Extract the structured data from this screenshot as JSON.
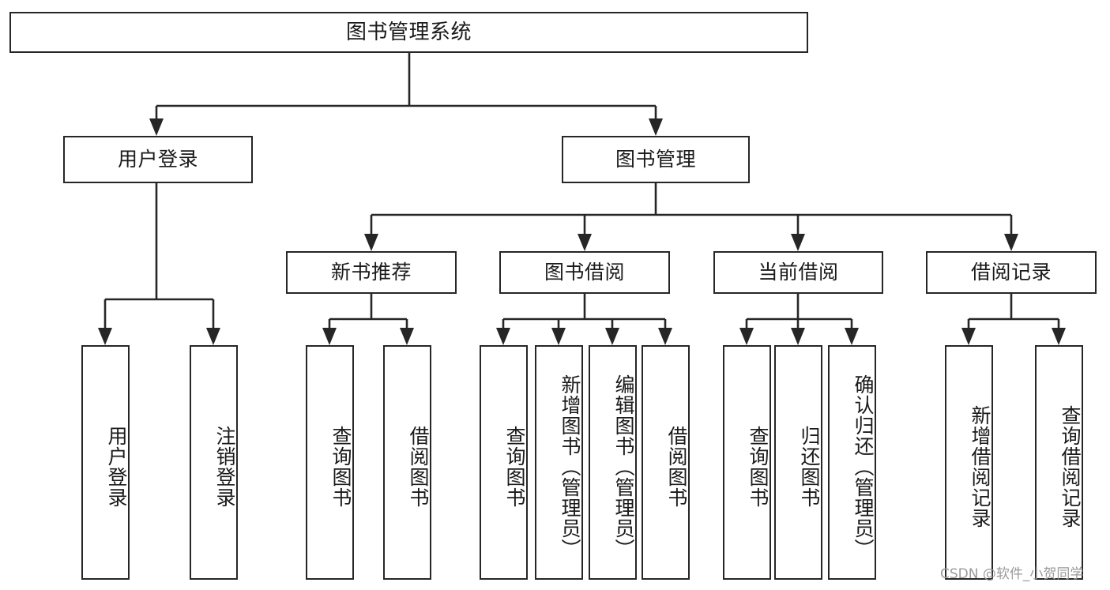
{
  "diagram": {
    "title_text": "图书管理系统",
    "type": "hierarchy-tree",
    "watermark": "CSDN @软件_小贺同学",
    "colors": {
      "box_border": "#262626",
      "box_fill": "#ffffff",
      "text": "#1a1a1a",
      "connector": "#262626",
      "watermark": "#9a9a9a",
      "background": "#ffffff"
    },
    "nodes": {
      "root": {
        "label": "图书管理系统"
      },
      "level2": [
        {
          "id": "user-login",
          "label": "用户登录"
        },
        {
          "id": "book-manage",
          "label": "图书管理"
        }
      ],
      "level3": [
        {
          "id": "new-book-recommend",
          "label": "新书推荐"
        },
        {
          "id": "book-borrow",
          "label": "图书借阅"
        },
        {
          "id": "current-borrow",
          "label": "当前借阅"
        },
        {
          "id": "borrow-record",
          "label": "借阅记录"
        }
      ],
      "leaves": {
        "user_login": [
          {
            "id": "leaf-user-login",
            "label": "用户登录"
          },
          {
            "id": "leaf-logout",
            "label": "注销登录"
          }
        ],
        "new_book_recommend": [
          {
            "id": "leaf-query-book-1",
            "label": "查询图书"
          },
          {
            "id": "leaf-borrow-book-1",
            "label": "借阅图书"
          }
        ],
        "book_borrow": [
          {
            "id": "leaf-query-book-2",
            "label": "查询图书"
          },
          {
            "id": "leaf-add-book",
            "label": "新增图书（管理员）"
          },
          {
            "id": "leaf-edit-book",
            "label": "编辑图书（管理员）"
          },
          {
            "id": "leaf-borrow-book-2",
            "label": "借阅图书"
          }
        ],
        "current_borrow": [
          {
            "id": "leaf-query-book-3",
            "label": "查询图书"
          },
          {
            "id": "leaf-return-book",
            "label": "归还图书"
          },
          {
            "id": "leaf-confirm-return",
            "label": "确认归还（管理员）"
          }
        ],
        "borrow_record": [
          {
            "id": "leaf-add-record",
            "label": "新增借阅记录"
          },
          {
            "id": "leaf-query-record",
            "label": "查询借阅记录"
          }
        ]
      }
    }
  }
}
